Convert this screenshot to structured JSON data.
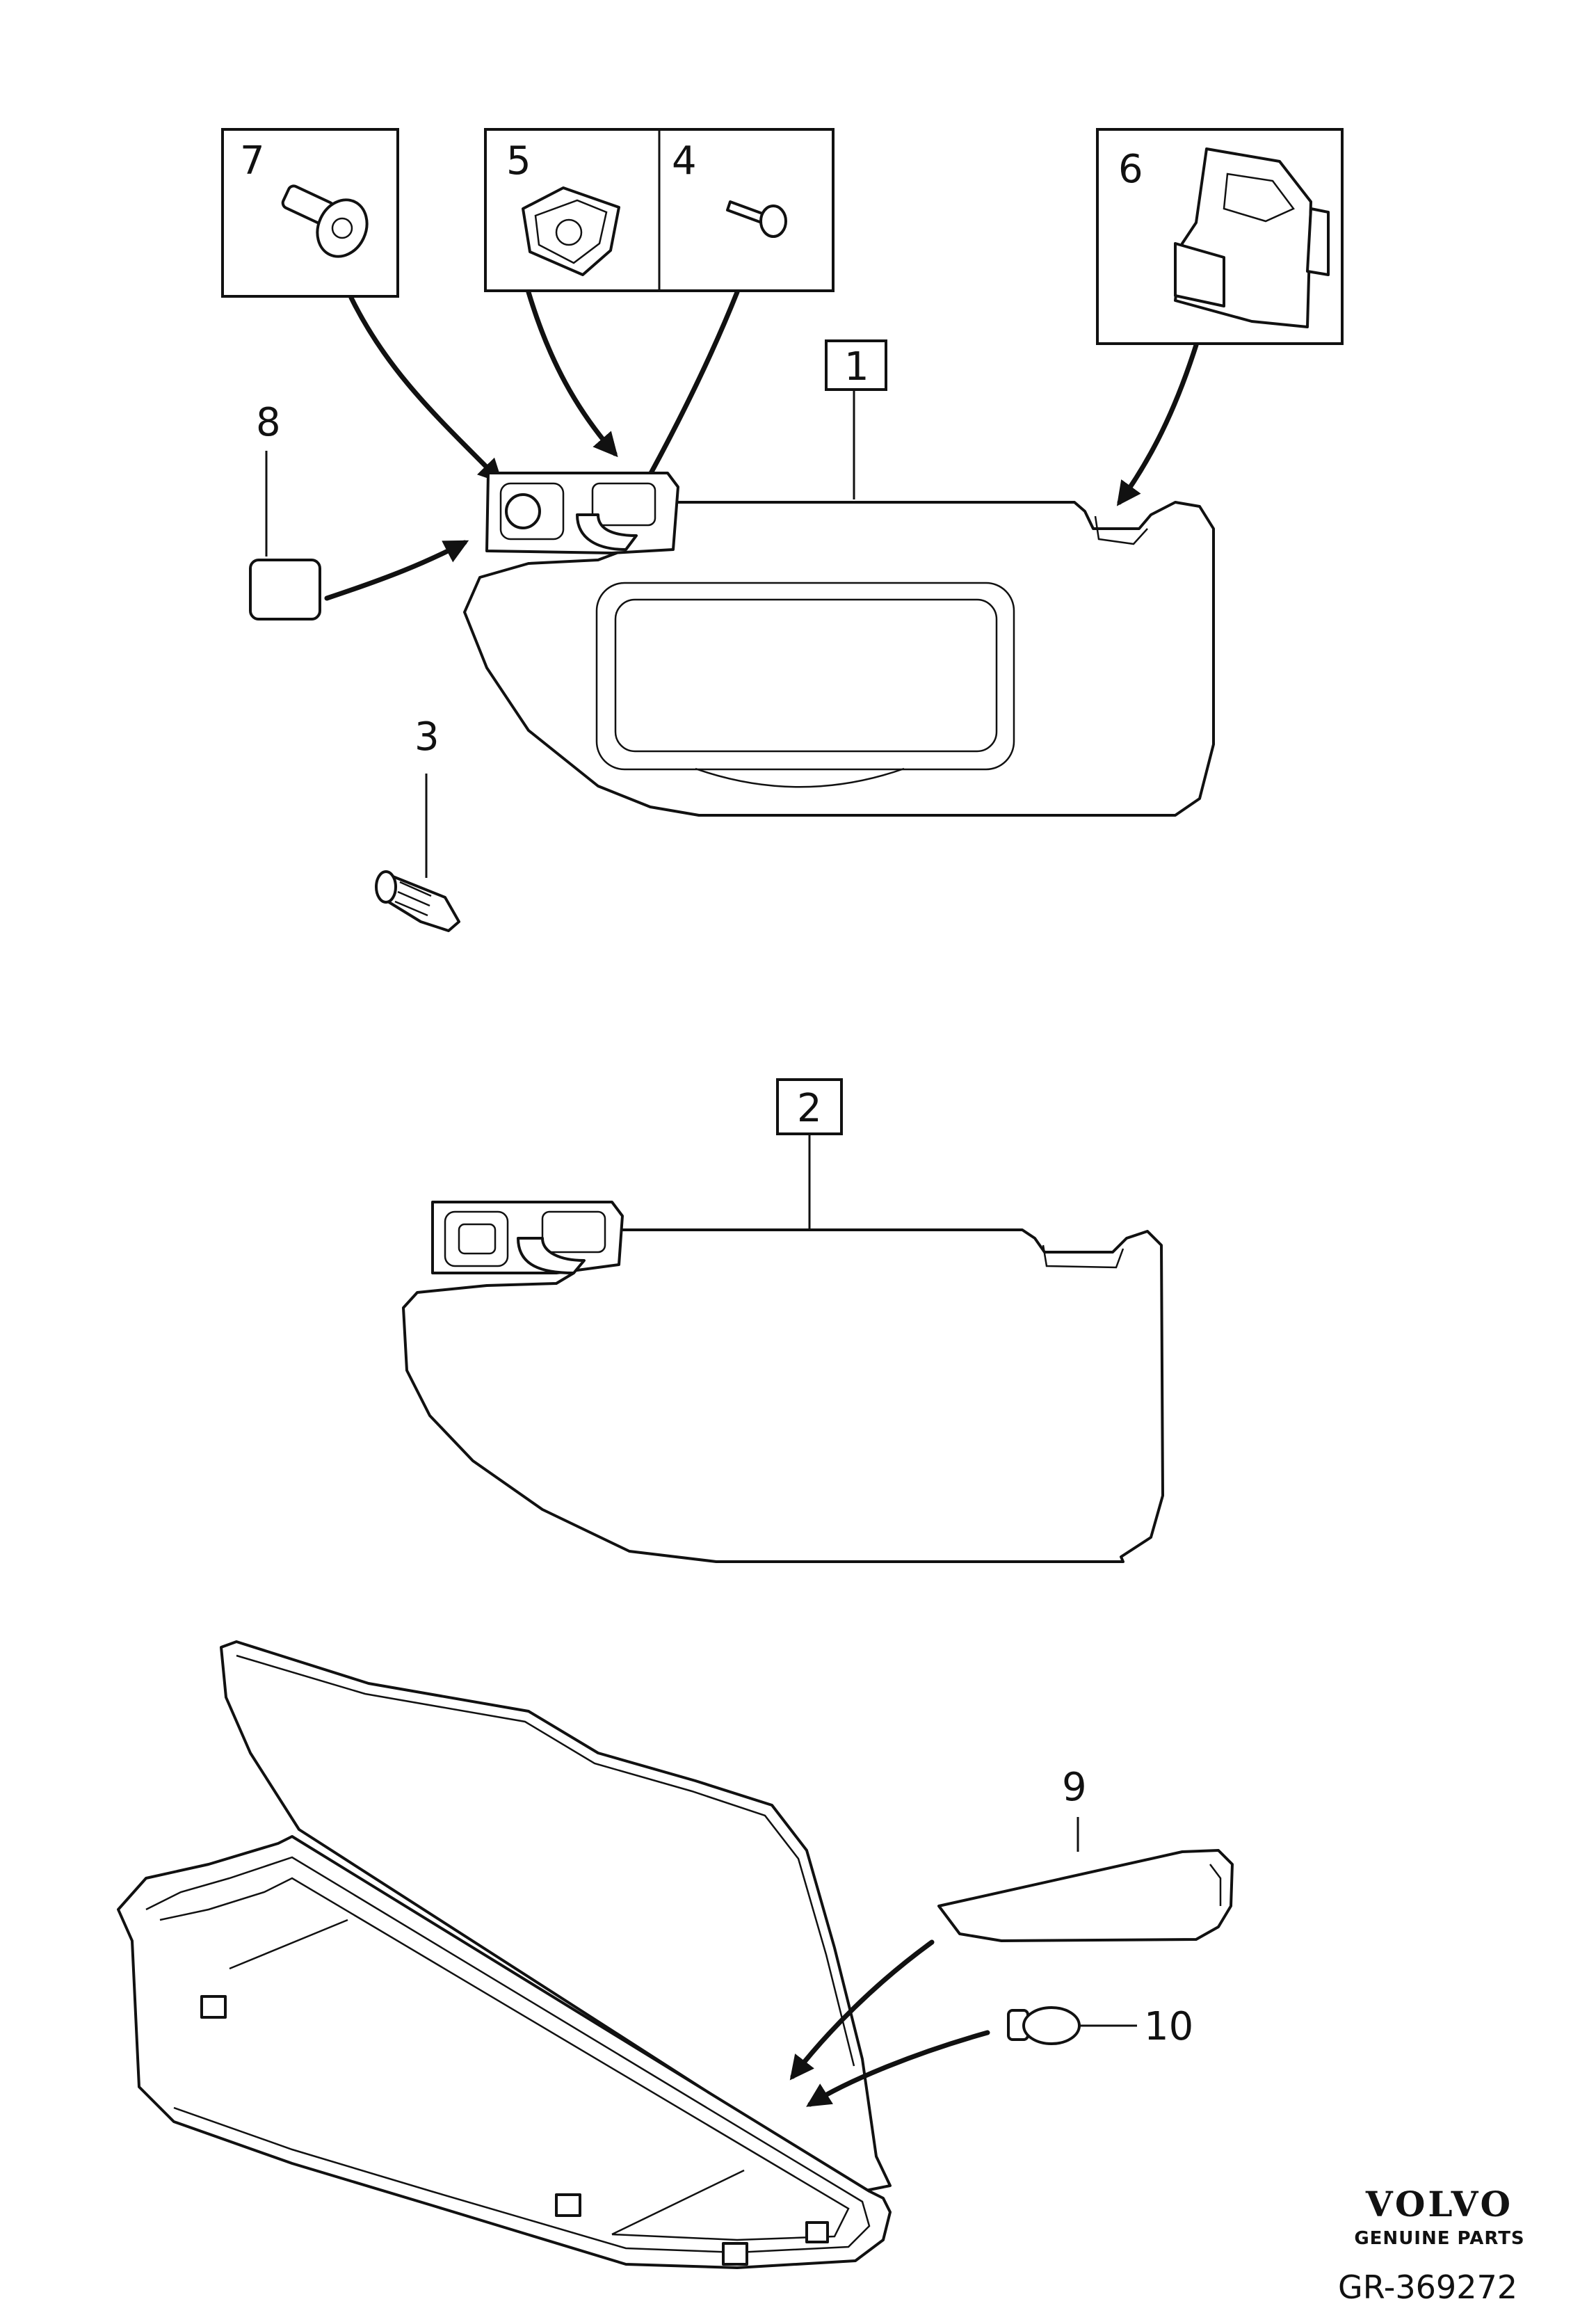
{
  "diagram": {
    "callouts": {
      "c1": "1",
      "c2": "2",
      "c3": "3",
      "c4": "4",
      "c5": "5",
      "c6": "6",
      "c7": "7",
      "c8": "8",
      "c9": "9",
      "c10": "10"
    },
    "brand": {
      "name": "VOLVO",
      "tagline": "GENUINE PARTS"
    },
    "reference": "GR-369272"
  }
}
